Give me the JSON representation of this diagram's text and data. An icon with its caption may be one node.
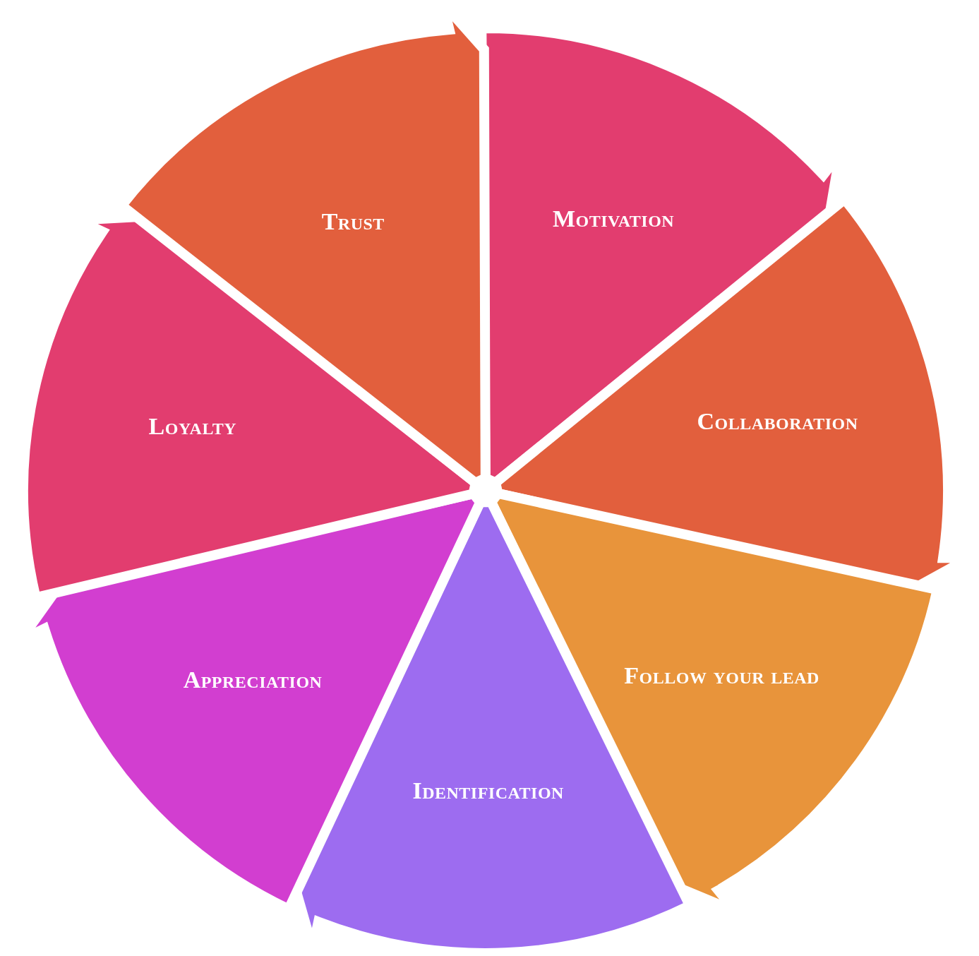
{
  "diagram": {
    "nodes": [
      {
        "text": [
          "Motivation"
        ]
      },
      {
        "text": [
          "Collaboration"
        ]
      },
      {
        "text": [
          "Follow your lead"
        ]
      },
      {
        "text": [
          "Identification"
        ]
      },
      {
        "text": [
          "Appreciation"
        ]
      },
      {
        "text": [
          "Loyalty"
        ]
      },
      {
        "text": [
          "Trust"
        ]
      }
    ]
  }
}
